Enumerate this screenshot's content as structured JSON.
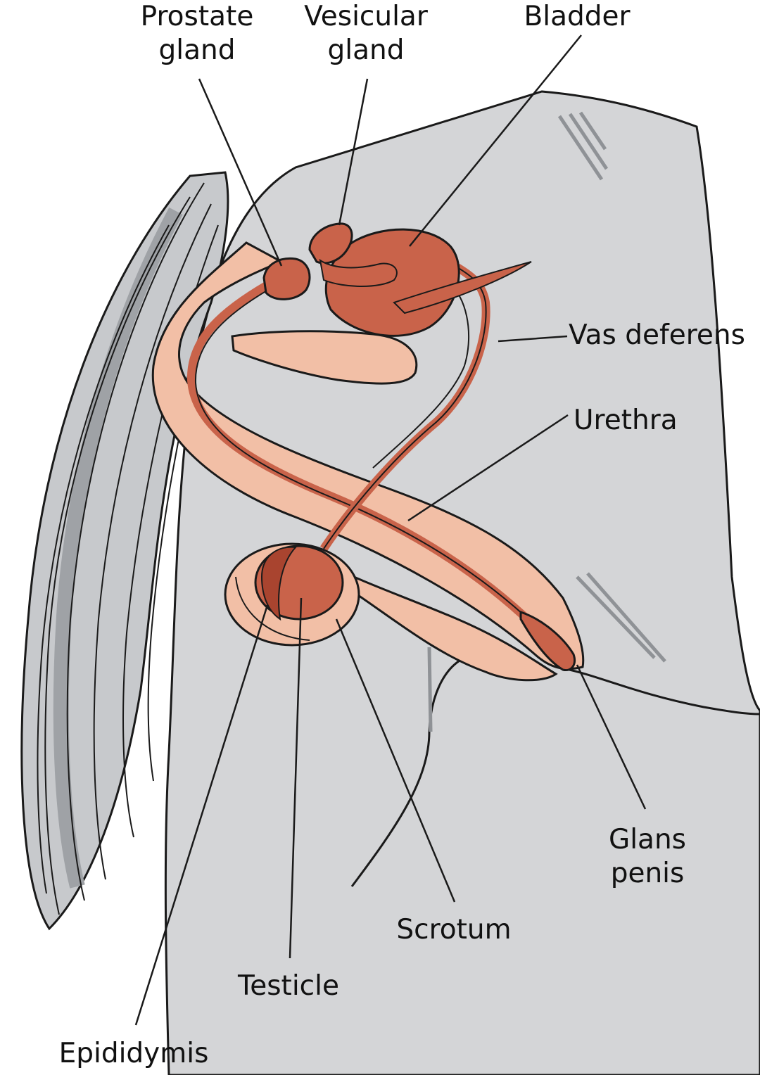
{
  "colors": {
    "background": "#ffffff",
    "horse_body": "#d4d5d7",
    "tail_shadow": "#9fa2a6",
    "outline": "#1a1a1a",
    "organ": "#c9634a",
    "organ_dark": "#a9442f",
    "penis_sheath": "#f2bfa6"
  },
  "labels": {
    "prostate_gland": [
      "Prostate",
      "gland"
    ],
    "vesicular_gland": [
      "Vesicular",
      "gland"
    ],
    "bladder": "Bladder",
    "vas_deferens": "Vas deferens",
    "urethra": "Urethra",
    "glans_penis": [
      "Glans",
      "penis"
    ],
    "scrotum": "Scrotum",
    "testicle": "Testicle",
    "epididymis": "Epididymis"
  }
}
